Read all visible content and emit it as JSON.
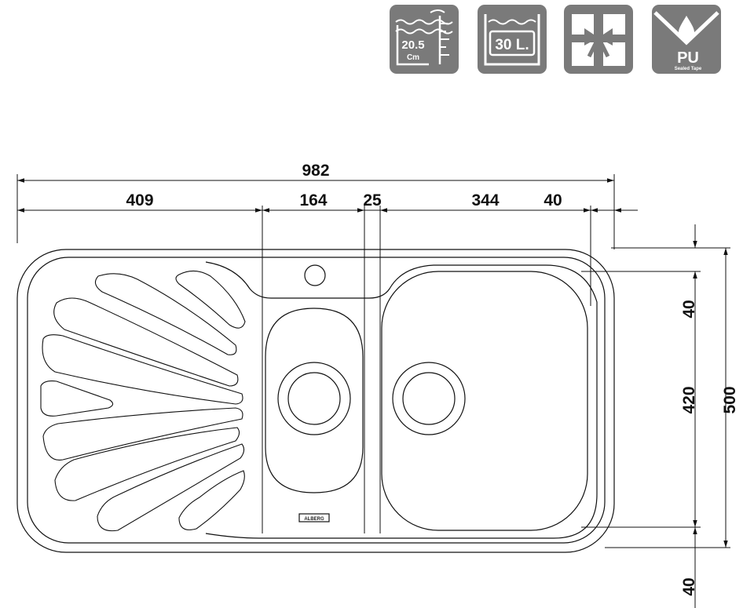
{
  "badges": {
    "depth": {
      "value": "20.5",
      "unit": "Cm",
      "icon": "bowl-depth-icon"
    },
    "volume": {
      "label": "30 L.",
      "icon": "bowl-volume-icon"
    },
    "packaging": {
      "icon": "gift-box-icon"
    },
    "sealed": {
      "label": "PU",
      "caption": "Sealed Tape",
      "icon": "pu-sealed-tape-icon"
    }
  },
  "dimensions": {
    "overall_width": "982",
    "drainer_width": "409",
    "small_bowl_width": "164",
    "bowl_divider": "25",
    "large_bowl_width": "344",
    "right_margin": "40",
    "top_margin": "40",
    "bowl_depth": "420",
    "overall_depth": "500",
    "bottom_margin": "40"
  },
  "brand_plate": "ALBERG",
  "colors": {
    "badge": "#7a7a7a",
    "line": "#111111"
  }
}
